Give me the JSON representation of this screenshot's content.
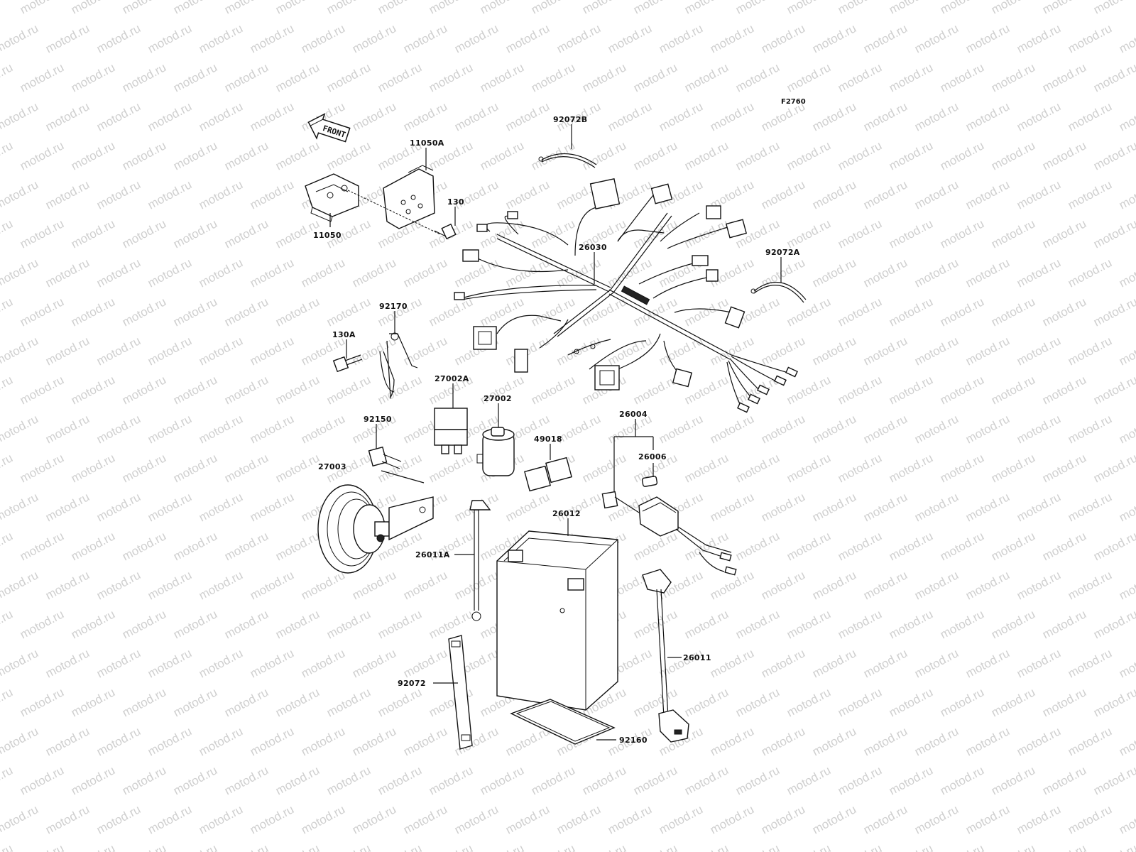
{
  "diagram": {
    "code": "F2760",
    "watermark": "motod.ru",
    "front_label": "FRONT",
    "labels": {
      "p11050a": "11050A",
      "p11050": "11050",
      "p130": "130",
      "p92072b": "92072B",
      "p26030": "26030",
      "p92072a": "92072A",
      "p92170": "92170",
      "p130a": "130A",
      "p27002a": "27002A",
      "p27002": "27002",
      "p92150": "92150",
      "p49018": "49018",
      "p26004": "26004",
      "p26006": "26006",
      "p27003": "27003",
      "p26012": "26012",
      "p26011a": "26011A",
      "p26011": "26011",
      "p92072": "92072",
      "p92160": "92160"
    }
  }
}
